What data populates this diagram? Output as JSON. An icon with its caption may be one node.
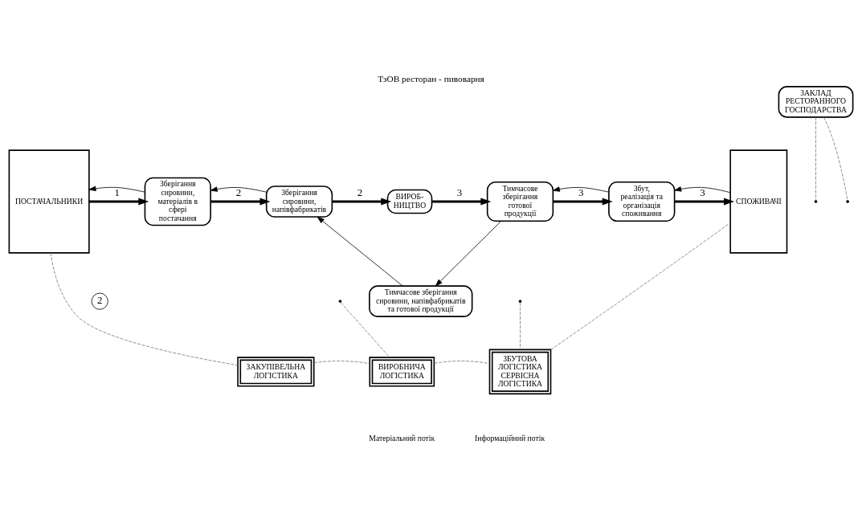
{
  "diagram": {
    "title": "ТзОВ ресторан - пивоварня",
    "nodes": [
      {
        "text": [
          "ПОСТАЧАЛЬНИКИ"
        ]
      },
      {
        "text": [
          "ЗАКЛАД РЕСТОРАННОГО ГОСПОДАРСТВА"
        ]
      },
      {
        "text": [
          "Зберігання сировини, матеріалів в сфері постачання"
        ]
      },
      {
        "text": [
          "Зберігання сировини, напівфабрикатів"
        ]
      },
      {
        "text": [
          "ВИРОБ- НИЦТВО"
        ]
      },
      {
        "text": [
          "Тимчасове зберігання готової продукції"
        ]
      },
      {
        "text": [
          "Збут, реалізація та організація споживання"
        ]
      },
      {
        "text": [
          "СПОЖИВАЧІ"
        ]
      },
      {
        "text": [
          "Тимчасове зберігання сировини, напівфабрикатів та готової продукції"
        ]
      },
      {
        "text": [
          "ЗАКУПІВЕЛЬНА ЛОГІСТИКА"
        ]
      },
      {
        "text": [
          "ВИРОБНИЧА ЛОГІСТИКА"
        ]
      },
      {
        "text": [
          "ЗБУТОВА ЛОГІСТИКА СЕРВІСНА ЛОГІСТИКА"
        ]
      }
    ],
    "edges": [
      {
        "from": 0,
        "to": 2,
        "arrow": "to",
        "style": "thick",
        "label": "1"
      },
      {
        "from": 2,
        "to": 3,
        "arrow": "to",
        "style": "thick",
        "label": "2"
      },
      {
        "from": 3,
        "to": 4,
        "arrow": "to",
        "style": "thick",
        "label": "2"
      },
      {
        "from": 4,
        "to": 5,
        "arrow": "to",
        "style": "thick",
        "label": "3"
      },
      {
        "from": 5,
        "to": 6,
        "arrow": "to",
        "style": "thick",
        "label": "3"
      },
      {
        "from": 6,
        "to": 7,
        "arrow": "to",
        "style": "thick",
        "label": "3"
      },
      {
        "from": 2,
        "to": 0,
        "arrow": "to"
      },
      {
        "from": 3,
        "to": 2,
        "arrow": "to"
      },
      {
        "from": 8,
        "to": 3,
        "arrow": "to"
      },
      {
        "from": 5,
        "to": 8,
        "arrow": "to"
      },
      {
        "from": 6,
        "to": 5,
        "arrow": "to"
      },
      {
        "from": 7,
        "to": 6,
        "arrow": "to"
      },
      {
        "from": 1,
        "to": null,
        "arrow": "none",
        "style": "dashed",
        "color": "#777777"
      },
      {
        "from": 1,
        "to": null,
        "arrow": "none",
        "style": "dashed",
        "color": "#777777"
      },
      {
        "from": null,
        "to": 10,
        "arrow": "none",
        "style": "dashed",
        "color": "#777777"
      },
      {
        "from": null,
        "to": 11,
        "arrow": "none",
        "style": "dashed",
        "color": "#777777"
      },
      {
        "from": 0,
        "to": 9,
        "arrow": "none",
        "style": "dashed",
        "color": "#777777"
      },
      {
        "from": 9,
        "to": 10,
        "arrow": "none",
        "style": "dashed",
        "color": "#777777"
      },
      {
        "from": 10,
        "to": 11,
        "arrow": "none",
        "style": "dashed",
        "color": "#777777"
      },
      {
        "from": 11,
        "to": 7,
        "arrow": "none",
        "style": "dashed",
        "color": "#777777"
      }
    ],
    "labels": [
      "2"
    ],
    "legend": [
      {
        "text": "Матеріальний потік"
      },
      {
        "text": "Інформаційний потік"
      }
    ]
  }
}
